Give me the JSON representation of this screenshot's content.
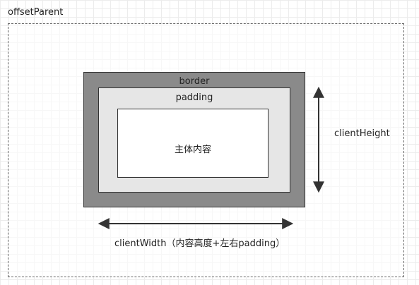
{
  "diagram": {
    "offset_parent_label": "offsetParent",
    "border_label": "border",
    "padding_label": "padding",
    "content_label": "主体内容",
    "client_height_label": "clientHeight",
    "client_width_label": "clientWidth（内容高度+左右padding）"
  },
  "colors": {
    "border_fill": "#8a8a8a",
    "padding_fill": "#e6e6e6",
    "content_fill": "#ffffff",
    "stroke": "#333333",
    "grid": "#ececec"
  }
}
